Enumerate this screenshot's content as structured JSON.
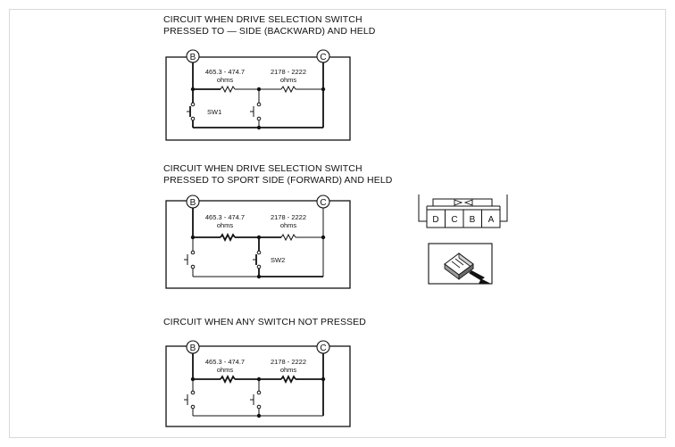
{
  "diagrams": [
    {
      "title_line1": "CIRCUIT WHEN DRIVE SELECTION SWITCH",
      "title_line2": "PRESSED TO — SIDE (BACKWARD) AND HELD",
      "terminal_left": "B",
      "terminal_right": "C",
      "resistor1_value": "465.3 - 474.7",
      "resistor1_unit": "ohms",
      "resistor2_value": "2178 - 2222",
      "resistor2_unit": "ohms",
      "switch_label": "SW1"
    },
    {
      "title_line1": "CIRCUIT WHEN DRIVE SELECTION SWITCH",
      "title_line2": "PRESSED TO SPORT SIDE (FORWARD) AND HELD",
      "terminal_left": "B",
      "terminal_right": "C",
      "resistor1_value": "465.3 - 474.7",
      "resistor1_unit": "ohms",
      "resistor2_value": "2178 - 2222",
      "resistor2_unit": "ohms",
      "switch_label": "SW2"
    },
    {
      "title_line1": "CIRCUIT WHEN ANY SWITCH NOT PRESSED",
      "terminal_left": "B",
      "terminal_right": "C",
      "resistor1_value": "465.3 - 474.7",
      "resistor1_unit": "ohms",
      "resistor2_value": "2178 - 2222",
      "resistor2_unit": "ohms"
    }
  ],
  "connector": {
    "pins": [
      "D",
      "C",
      "B",
      "A"
    ]
  }
}
